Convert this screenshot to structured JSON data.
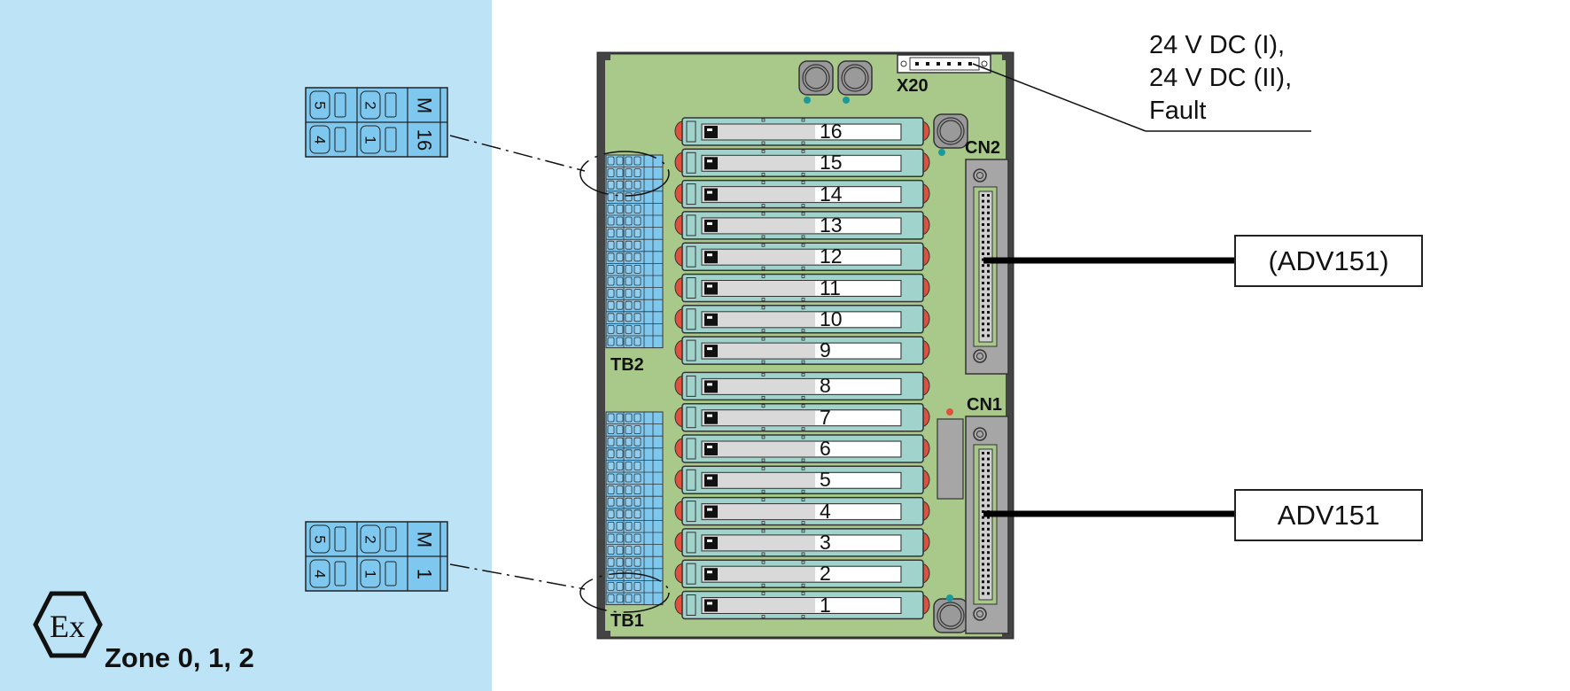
{
  "zone": {
    "symbol": "Ex",
    "label": "Zone 0, 1, 2",
    "background_color": "#bde3f7"
  },
  "annotation": {
    "lines": [
      "24 V DC (I),",
      "24 V DC (II),",
      "Fault"
    ]
  },
  "connectors": {
    "x20": "X20",
    "cn2": "CN2",
    "cn1": "CN1",
    "tb2": "TB2",
    "tb1": "TB1"
  },
  "external_boxes": {
    "cn2_target": "(ADV151)",
    "cn1_target": "ADV151"
  },
  "terminal_details": {
    "top": {
      "cells": [
        "5",
        "2",
        "M",
        "4",
        "1",
        "16"
      ]
    },
    "bottom": {
      "cells": [
        "5",
        "2",
        "M",
        "4",
        "1",
        "1"
      ]
    }
  },
  "modules": [
    "16",
    "15",
    "14",
    "13",
    "12",
    "11",
    "10",
    "9",
    "8",
    "7",
    "6",
    "5",
    "4",
    "3",
    "2",
    "1"
  ],
  "colors": {
    "board": "#a9c98a",
    "module_body": "#9fd3cb",
    "latch": "#e0503a",
    "terminal_blue": "#7ec8ef",
    "connector_gray": "#a6a6a6",
    "led_teal": "#1a9a9a",
    "led_red": "#e0503a"
  }
}
